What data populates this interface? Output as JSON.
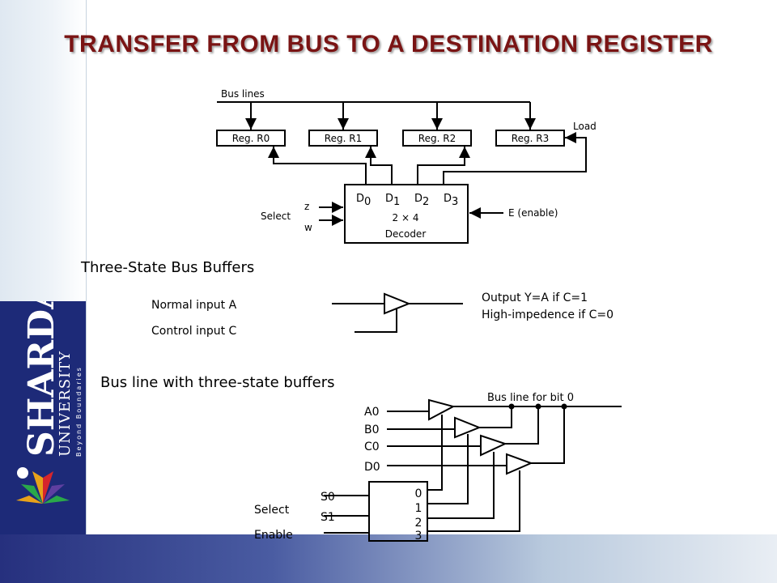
{
  "title": "TRANSFER  FROM  BUS  TO  A  DESTINATION  REGISTER",
  "logo": {
    "name": "SHARDA",
    "line2": "UNIVERSITY",
    "tagline": "Beyond Boundaries"
  },
  "section1": {
    "bus_lines": "Bus lines",
    "registers": [
      "Reg. R0",
      "Reg. R1",
      "Reg. R2",
      "Reg. R3"
    ],
    "load": "Load",
    "decoder_outputs": [
      "D",
      "D",
      "D",
      "D"
    ],
    "decoder_output_subs": [
      "0",
      "1",
      "2",
      "3"
    ],
    "decoder_size": "2 × 4",
    "decoder_name": "Decoder",
    "select": "Select",
    "input_z": "z",
    "input_w": "w",
    "enable": "E (enable)"
  },
  "section2": {
    "heading": "Three-State Bus Buffers",
    "normal_input": "Normal input A",
    "control_input": "Control input C",
    "output_line1": "Output Y=A if C=1",
    "output_line2": "High-impedence if C=0"
  },
  "section3": {
    "heading": "Bus line with three-state buffers",
    "bus_line_label": "Bus line for bit 0",
    "inputs": [
      "A0",
      "B0",
      "C0",
      "D0"
    ],
    "select_lines": [
      "S0",
      "S1"
    ],
    "select": "Select",
    "enable": "Enable",
    "decoder_outputs": [
      "0",
      "1",
      "2",
      "3"
    ]
  },
  "colors": {
    "title": "#7a1414",
    "logo_panel": "#1d2a78",
    "bottom_bar_start": "#26307e"
  }
}
